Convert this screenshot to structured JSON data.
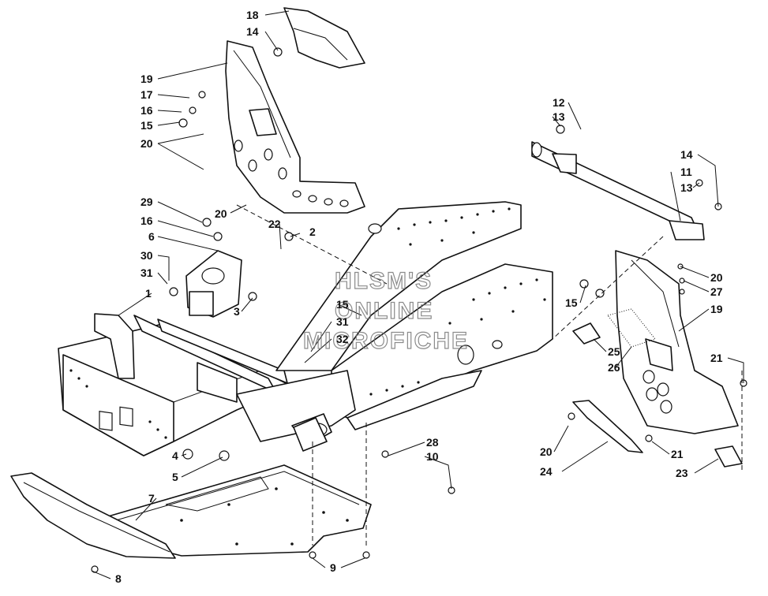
{
  "diagram": {
    "watermark": [
      "HLSM'S",
      "ONLINE",
      "MICROFICHE"
    ],
    "callouts": [
      {
        "id": "c18a",
        "text": "18"
      },
      {
        "id": "c14a",
        "text": "14"
      },
      {
        "id": "c19a",
        "text": "19"
      },
      {
        "id": "c17",
        "text": "17"
      },
      {
        "id": "c16a",
        "text": "16"
      },
      {
        "id": "c15a",
        "text": "15"
      },
      {
        "id": "c20a",
        "text": "20"
      },
      {
        "id": "c29",
        "text": "29"
      },
      {
        "id": "c16b",
        "text": "16"
      },
      {
        "id": "c20b",
        "text": "20"
      },
      {
        "id": "c22",
        "text": "22"
      },
      {
        "id": "c2",
        "text": "2"
      },
      {
        "id": "c6",
        "text": "6"
      },
      {
        "id": "c30",
        "text": "30"
      },
      {
        "id": "c31a",
        "text": "31"
      },
      {
        "id": "c1",
        "text": "1"
      },
      {
        "id": "c3",
        "text": "3"
      },
      {
        "id": "c15b",
        "text": "15"
      },
      {
        "id": "c31b",
        "text": "31"
      },
      {
        "id": "c32",
        "text": "32"
      },
      {
        "id": "c4",
        "text": "4"
      },
      {
        "id": "c5",
        "text": "5"
      },
      {
        "id": "c7",
        "text": "7"
      },
      {
        "id": "c8",
        "text": "8"
      },
      {
        "id": "c9",
        "text": "9"
      },
      {
        "id": "c28",
        "text": "28"
      },
      {
        "id": "c10",
        "text": "10"
      },
      {
        "id": "c12",
        "text": "12"
      },
      {
        "id": "c13a",
        "text": "13"
      },
      {
        "id": "c14b",
        "text": "14"
      },
      {
        "id": "c11",
        "text": "11"
      },
      {
        "id": "c13b",
        "text": "13"
      },
      {
        "id": "c20c",
        "text": "20"
      },
      {
        "id": "c27",
        "text": "27"
      },
      {
        "id": "c15c",
        "text": "15"
      },
      {
        "id": "c19b",
        "text": "19"
      },
      {
        "id": "c25",
        "text": "25"
      },
      {
        "id": "c26",
        "text": "26"
      },
      {
        "id": "c21a",
        "text": "21"
      },
      {
        "id": "c20d",
        "text": "20"
      },
      {
        "id": "c21b",
        "text": "21"
      },
      {
        "id": "c24",
        "text": "24"
      },
      {
        "id": "c23",
        "text": "23"
      }
    ]
  }
}
